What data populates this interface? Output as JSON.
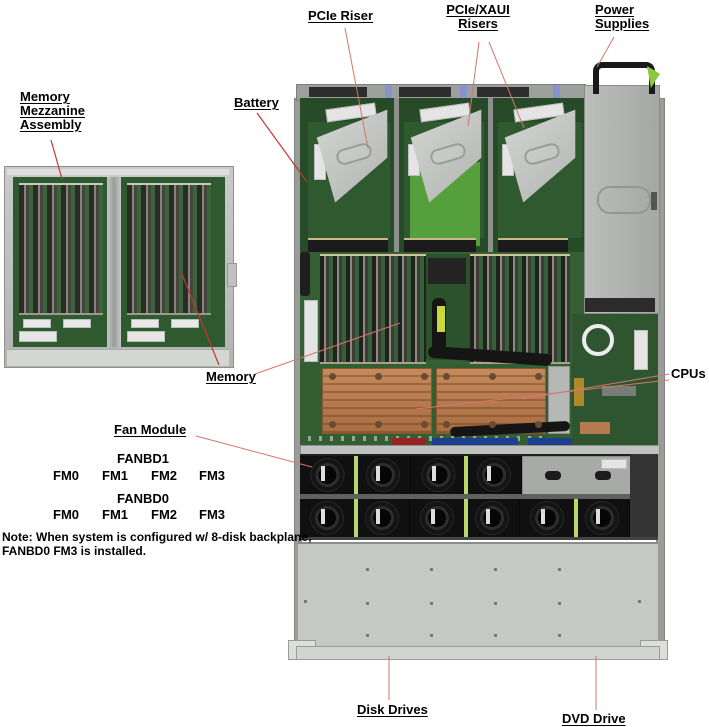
{
  "callouts": {
    "pcie_riser": "PCIe Riser",
    "pcie_xaui_line1": "PCIe/XAUI",
    "pcie_xaui_line2": "Risers",
    "power_line1": "Power",
    "power_line2": "Supplies",
    "mezz_line1": "Memory",
    "mezz_line2": "Mezzanine",
    "mezz_line3": "Assembly",
    "battery": "Battery",
    "memory": "Memory",
    "cpus": "CPUs",
    "fan_module": "Fan Module",
    "disk_drives": "Disk Drives",
    "dvd_drive": "DVD Drive"
  },
  "fan_table": {
    "fanbd1": {
      "title": "FANBD1",
      "fm": [
        "FM0",
        "FM1",
        "FM2",
        "FM3"
      ]
    },
    "fanbd0": {
      "title": "FANBD0",
      "fm": [
        "FM0",
        "FM1",
        "FM2",
        "FM3"
      ]
    }
  },
  "note": {
    "line1": "Note: When system is configured w/ 8-disk backplane,",
    "line2": "FANBD0 FM3 is installed."
  },
  "colors": {
    "leader_line": "#d4766c",
    "leader_line_strong": "#c2372c",
    "label_text": "#000000",
    "pcb_green": "#2f5a30",
    "bright_pcb_green": "#55a03c",
    "copper_heatsink": "#b57a50",
    "chassis_gray": "#bfc1bf",
    "fan_strip_green": "#b9d96b",
    "psu_clip_green": "#8cc83e"
  }
}
